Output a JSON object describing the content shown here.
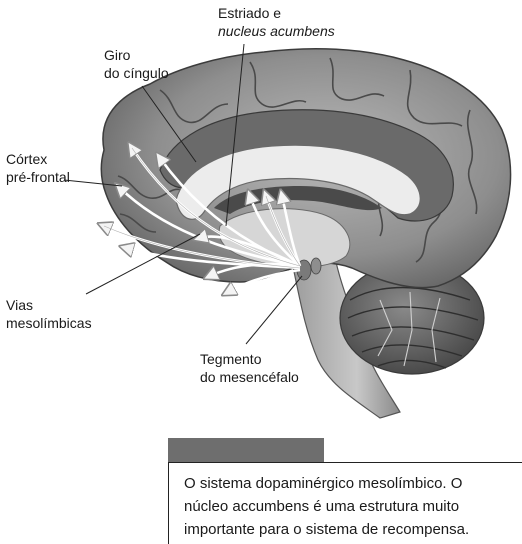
{
  "labels": {
    "estriado": [
      "Estriado e",
      "nucleus acumbens"
    ],
    "giro": [
      "Giro",
      "do cíngulo"
    ],
    "cortex": [
      "Córtex",
      "pré-frontal"
    ],
    "vias": [
      "Vias",
      "mesolímbicas"
    ],
    "tegmento": [
      "Tegmento",
      "do mesencéfalo"
    ]
  },
  "caption": {
    "lines": [
      "O sistema dopaminérgico mesolímbico. O",
      "núcleo accumbens é uma estrutura muito",
      "importante para o sistema de recompensa."
    ]
  },
  "colors": {
    "cortex": "#9a9a9a",
    "white_matter": "#e6e6e6",
    "dark_tissue": "#5e5e5e",
    "pathway": "#ffffff",
    "tab": "#6e6e6e"
  }
}
